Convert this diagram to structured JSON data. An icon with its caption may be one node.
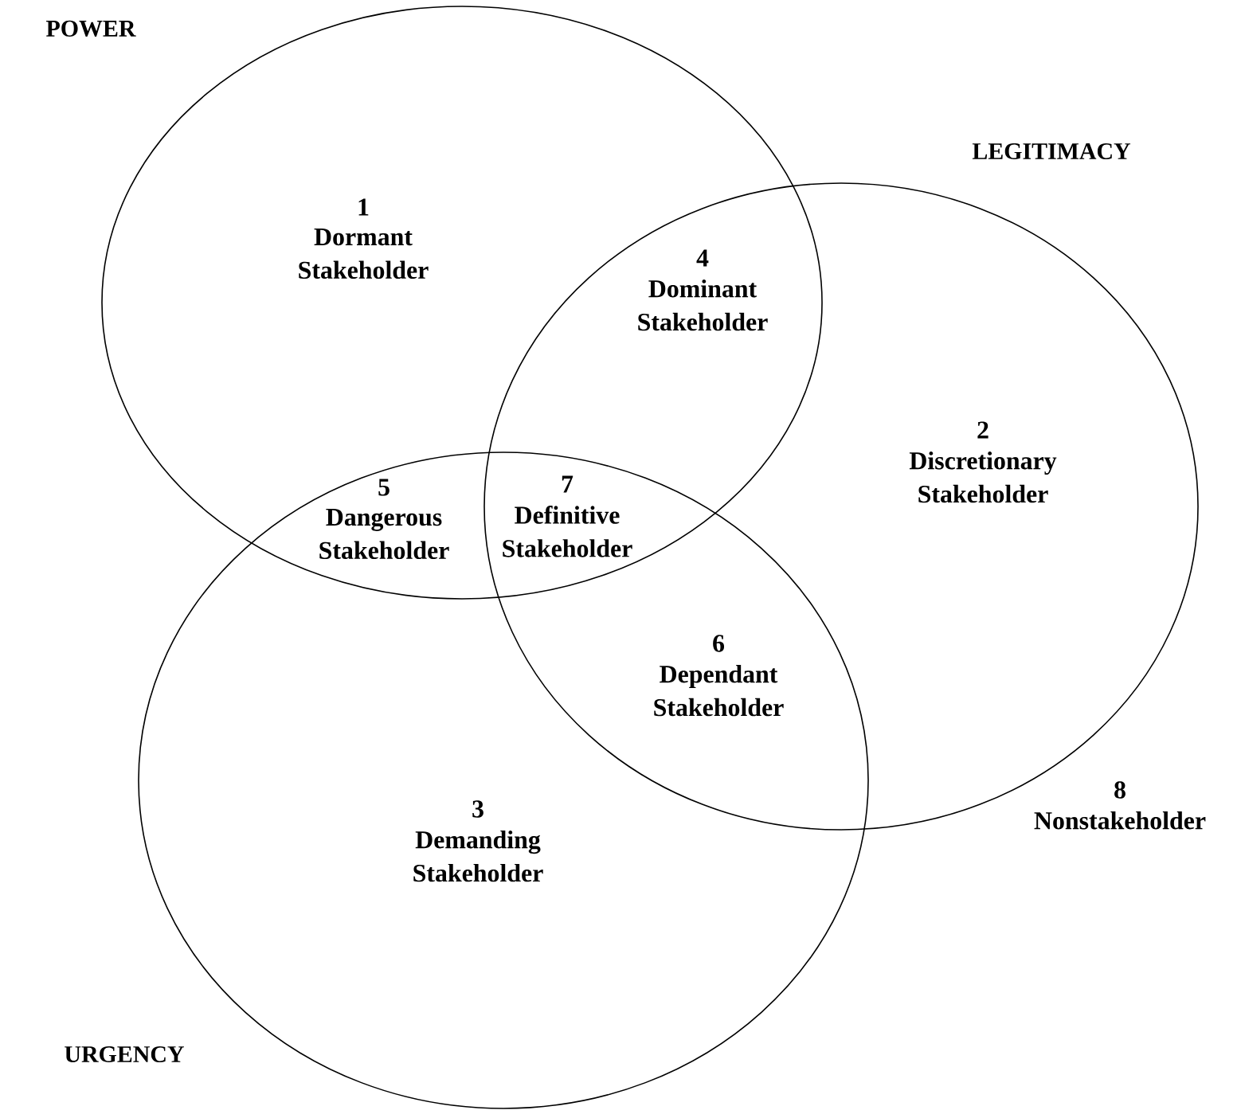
{
  "diagram": {
    "nodes": [
      {
        "text": [
          "POWER"
        ]
      },
      {
        "text": [
          "LEGITIMACY"
        ]
      },
      {
        "text": [
          "URGENCY"
        ]
      }
    ],
    "edges": [],
    "labels": [
      "1",
      "Dormant Stakeholder",
      "4",
      "Dominant Stakeholder",
      "2",
      "Discretionary Stakeholder",
      "5",
      "Dangerous Stakeholder",
      "7",
      "Definitive Stakeholder",
      "6",
      "Dependant Stakeholder",
      "3",
      "Demanding Stakeholder",
      "8",
      "Nonstakeholder"
    ]
  }
}
